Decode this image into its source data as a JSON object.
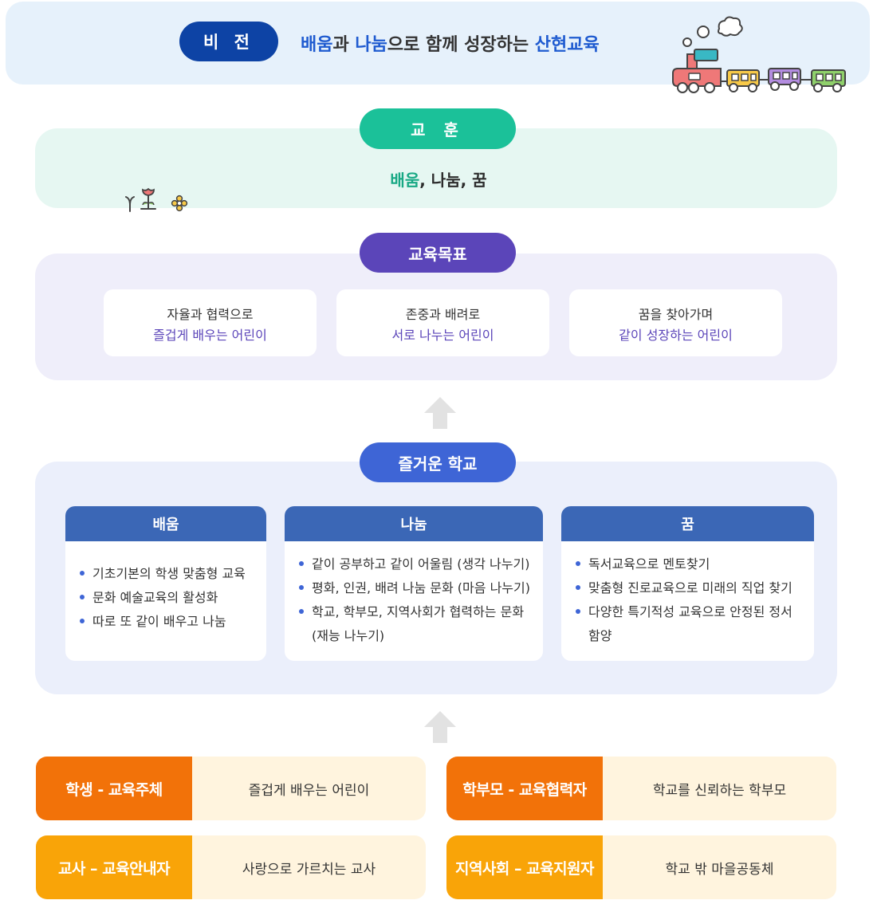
{
  "vision": {
    "label": "비 전",
    "text_1": "배움",
    "text_2": "과 ",
    "text_3": "나눔",
    "text_4": "으로 함께 성장하는 ",
    "text_5": "산현교육"
  },
  "motto": {
    "label": "교 훈",
    "w1": "배움",
    "c1": ", ",
    "w2": "나눔",
    "c2": ", ",
    "w3": "꿈"
  },
  "goals": {
    "label": "교육목표",
    "items": [
      {
        "line1": "자율과 협력으로",
        "line2": "즐겁게 배우는 어린이"
      },
      {
        "line1": "존중과 배려로",
        "line2": "서로 나누는 어린이"
      },
      {
        "line1": "꿈을 찾아가며",
        "line2": "같이 성장하는 어린이"
      }
    ]
  },
  "school": {
    "label": "즐거운 학교",
    "columns": [
      {
        "title": "배움",
        "items": [
          "기초기본의 학생 맞춤형 교육",
          "문화 예술교육의 활성화",
          "따로 또 같이 배우고 나눔"
        ]
      },
      {
        "title": "나눔",
        "items": [
          "같이 공부하고 같이 어울림 (생각 나누기)",
          "평화, 인권, 배려 나눔 문화 (마음 나누기)",
          "학교, 학부모, 지역사회가 협력하는 문화 (재능 나누기)"
        ]
      },
      {
        "title": "꿈",
        "items": [
          "독서교육으로 멘토찾기",
          "맞춤형 진로교육으로 미래의 직업 찾기",
          "다양한 특기적성 교육으로 안정된 정서 함양"
        ]
      }
    ]
  },
  "roles": [
    {
      "label": "학생 - 교육주체",
      "value": "즐겁게 배우는 어린이"
    },
    {
      "label": "학부모 - 교육협력자",
      "value": "학교를 신뢰하는 학부모"
    },
    {
      "label": "교사 – 교육안내자",
      "value": "사랑으로 가르치는 교사"
    },
    {
      "label": "지역사회 – 교육지원자",
      "value": "학교 밖 마을공동체"
    }
  ],
  "colors": {
    "vision": "#0d43a5",
    "motto": "#1bc199",
    "goal": "#5b45b9",
    "school": "#3e65d6",
    "column_header": "#3b67b6",
    "role_primary": "#f27209",
    "role_secondary": "#f9a408"
  }
}
